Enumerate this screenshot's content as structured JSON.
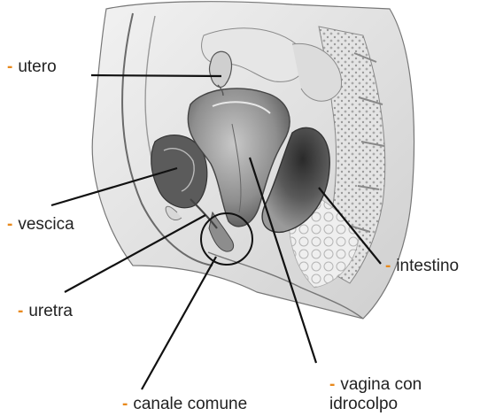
{
  "colors": {
    "accent_dash": "#e8891c",
    "leader_line": "#111111",
    "tissue_dark": "#3a3a3a",
    "tissue_mid": "#8a8a8a",
    "tissue_light": "#d9d9d9"
  },
  "labels": {
    "dash": "-",
    "utero": "utero",
    "vescica": "vescica",
    "uretra": "uretra",
    "intestino": "intestino",
    "canale_comune": "canale comune",
    "vagina": "vagina con\nidrocolpo"
  }
}
